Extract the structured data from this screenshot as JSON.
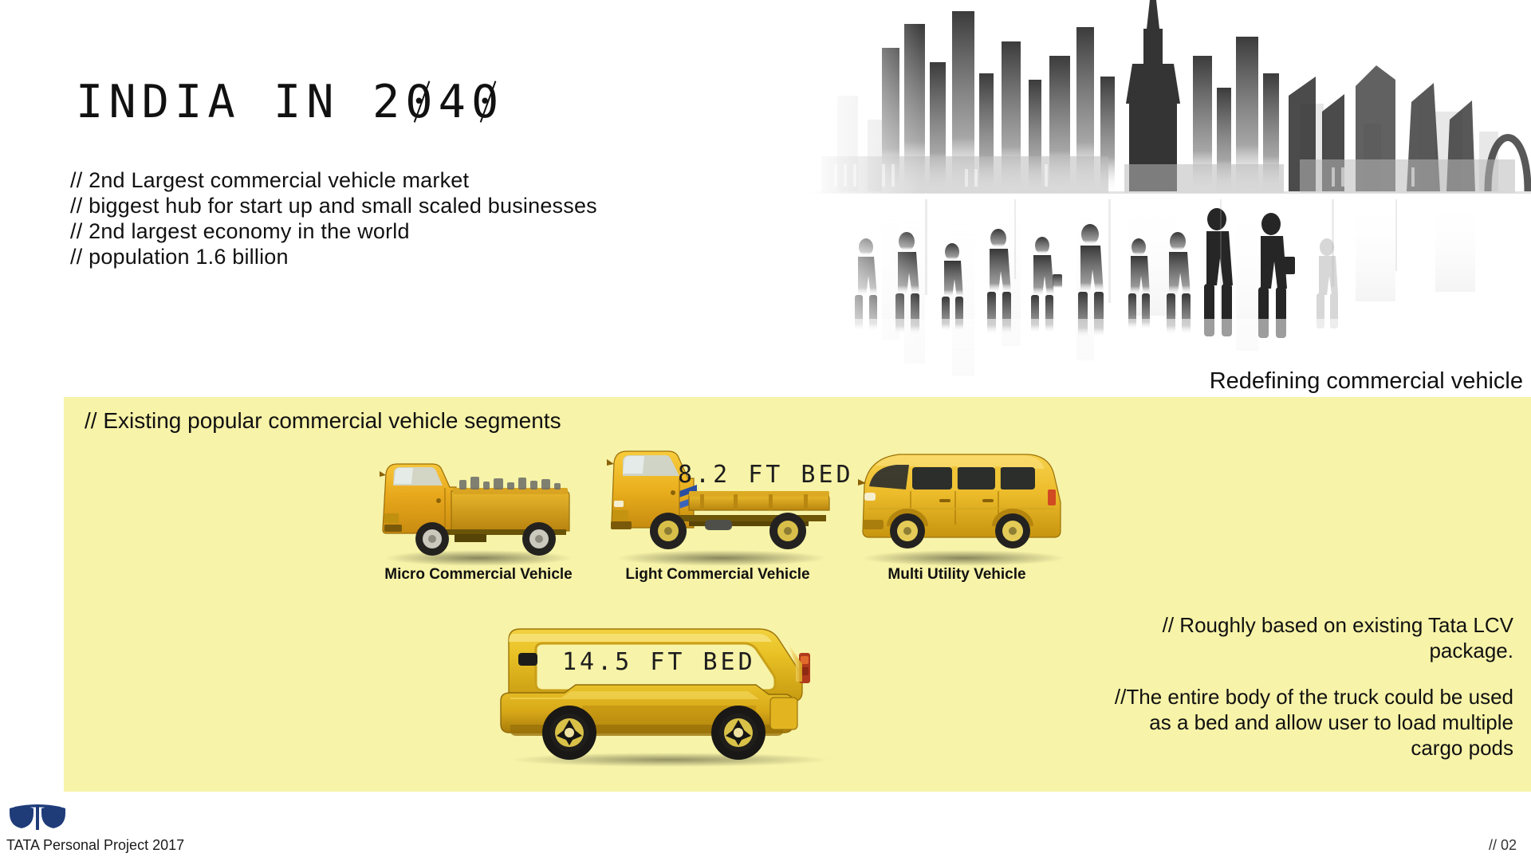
{
  "slide": {
    "title": "INDIA IN 2040",
    "title_chars": [
      "I",
      "N",
      "D",
      "I",
      "A",
      " ",
      "I",
      "N",
      " ",
      "2",
      "0",
      "4",
      "0"
    ],
    "bullets": [
      "// 2nd Largest commercial vehicle market",
      "// biggest hub for start up and small scaled businesses",
      "// 2nd largest economy in the world",
      "// population 1.6 billion"
    ],
    "tagline": "Redefining commercial vehicle"
  },
  "panel": {
    "title": "// Existing popular commercial vehicle segments",
    "background_color": "#f7f3a8",
    "vehicles": [
      {
        "caption": "Micro Commercial Vehicle",
        "type": "micro-truck"
      },
      {
        "caption": "Light Commercial Vehicle",
        "type": "light-truck",
        "bed_label": "8.2 FT BED"
      },
      {
        "caption": "Multi Utility Vehicle",
        "type": "van"
      }
    ],
    "concept": {
      "bed_label": "14.5 FT BED",
      "type": "concept-truck"
    },
    "notes": [
      "// Roughly based on existing Tata LCV package.",
      "//The entire body of the truck could be used as a bed and allow user to load multiple cargo pods"
    ]
  },
  "footer": {
    "brand_text": "TATA Personal Project 2017",
    "page_number": "// 02",
    "logo_color": "#1f3c79"
  }
}
